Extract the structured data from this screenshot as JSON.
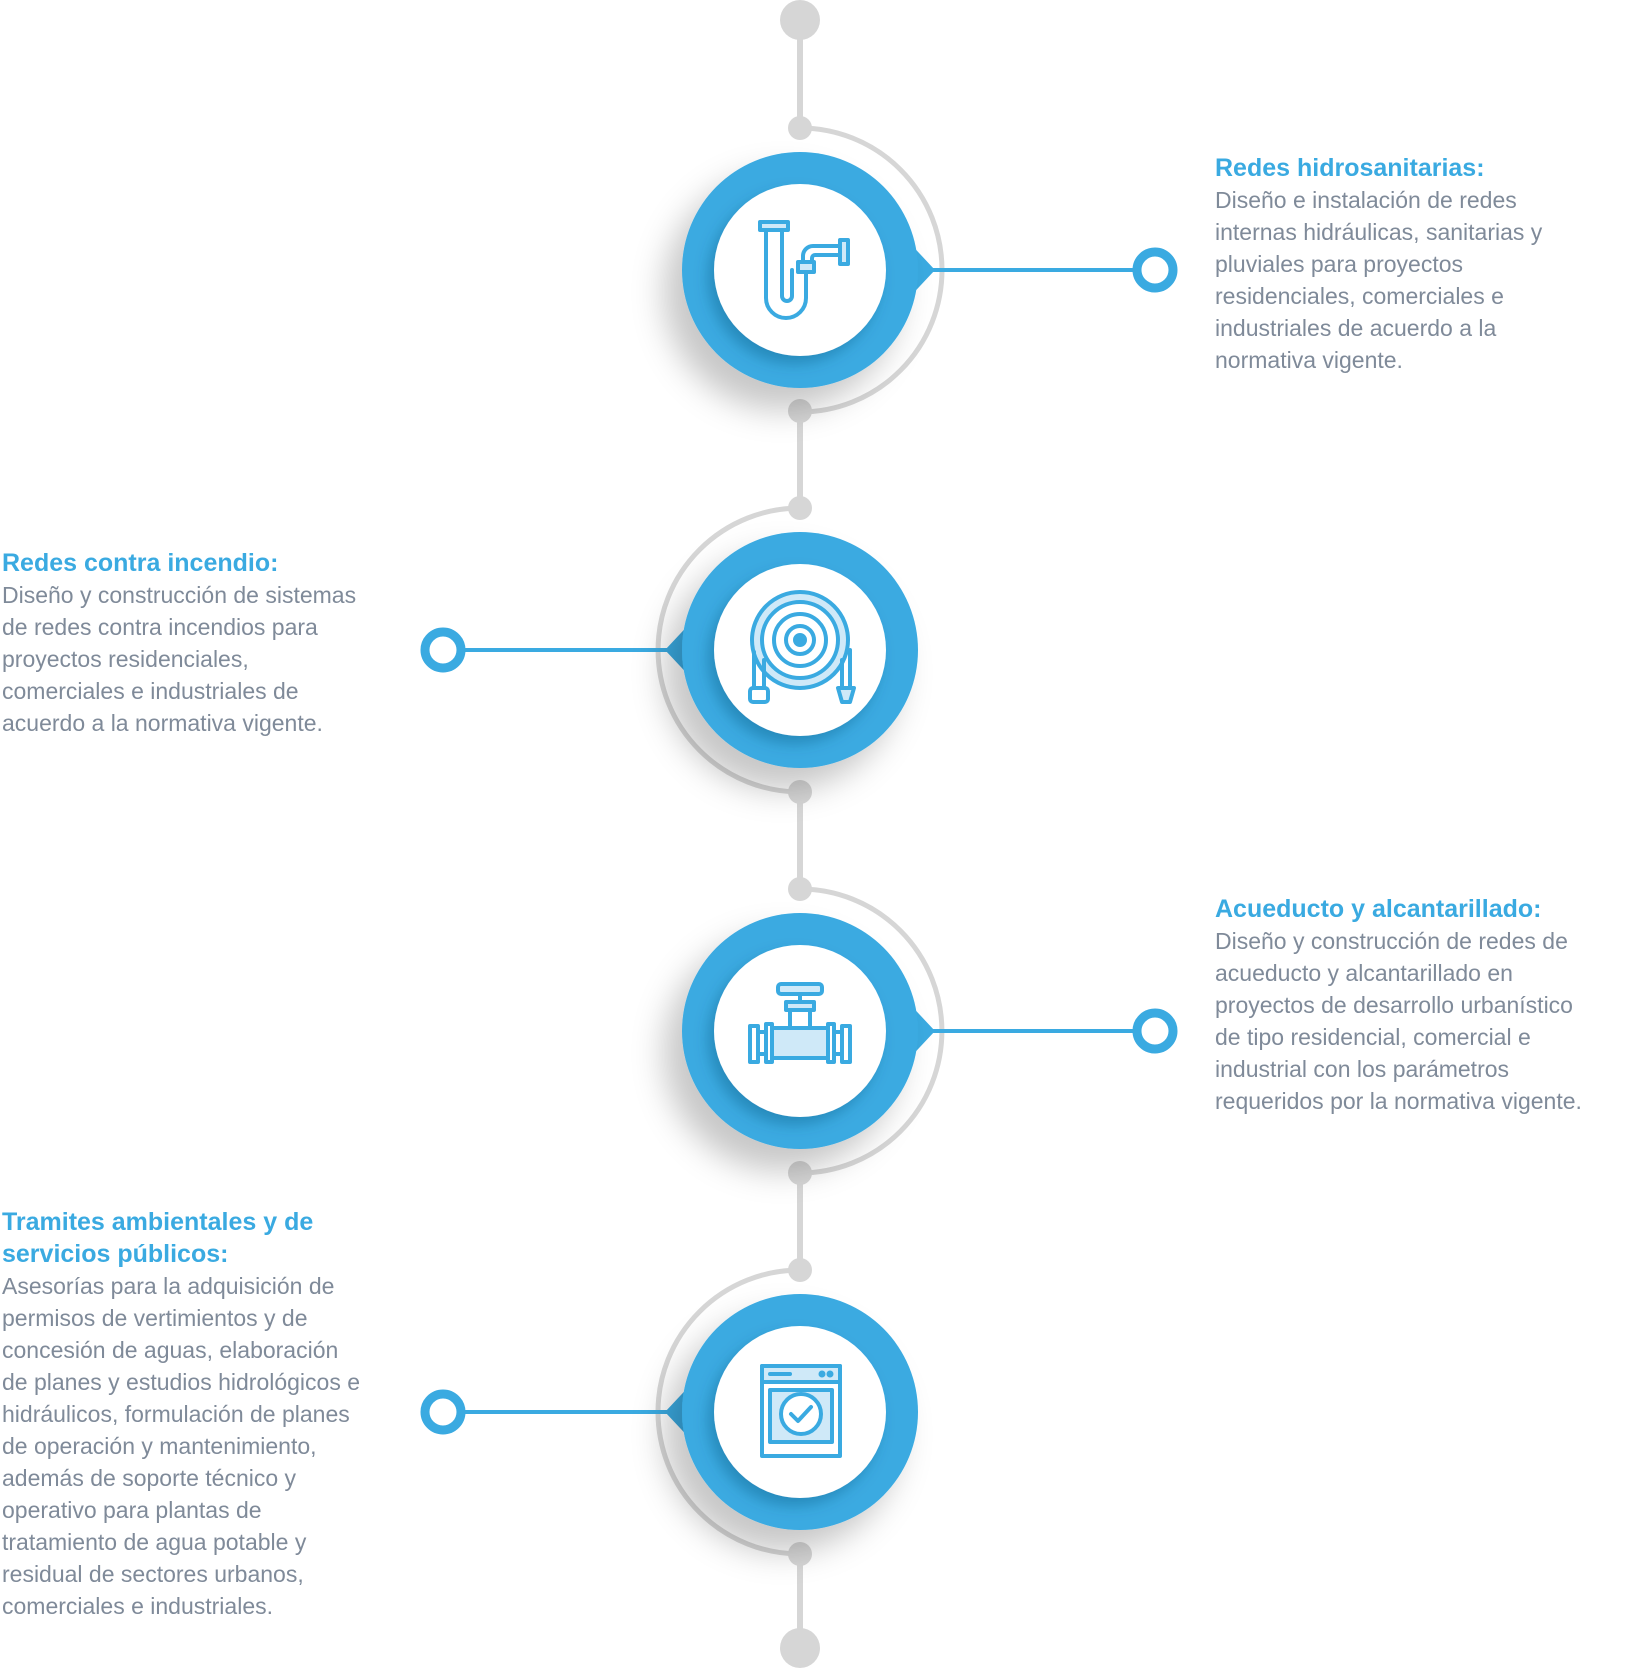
{
  "items": [
    {
      "title": "Redes hidrosanitarias:",
      "description": "Diseño e instalación de redes\ninternas hidráulicas, sanitarias y\npluviales para proyectos\nresidenciales, comerciales e\nindustriales de acuerdo a la\nnormativa vigente.",
      "icon": "sink-pipe-icon"
    },
    {
      "title": "Redes contra incendio:",
      "description": "Diseño y construcción de sistemas\nde redes contra incendios para\nproyectos residenciales,\ncomerciales e industriales de\nacuerdo a la normativa vigente.",
      "icon": "fire-hose-reel-icon"
    },
    {
      "title": "Acueducto y alcantarillado:",
      "description": "Diseño y construcción de redes de\nacueducto y alcantarillado en\nproyectos de desarrollo urbanístico\nde tipo residencial, comercial e\nindustrial con los parámetros\nrequeridos por la normativa vigente.",
      "icon": "pipe-valve-icon"
    },
    {
      "title": "Tramites ambientales y de\nservicios públicos:",
      "description": "Asesorías para la adquisición de\npermisos de vertimientos y de\nconcesión de aguas, elaboración\nde planes y estudios hidrológicos e\nhidráulicos, formulación de planes\nde operación y mantenimiento,\nademás de soporte técnico y\noperativo para plantas de\ntratamiento de agua potable y\nresidual de sectores urbanos,\ncomerciales e industriales.",
      "icon": "washing-machine-check-icon"
    }
  ],
  "colors": {
    "accent": "#3aaae1",
    "line_gray": "#d6d6d6",
    "text_gray": "#7f8a99",
    "icon_fill": "#cfe9f8"
  }
}
